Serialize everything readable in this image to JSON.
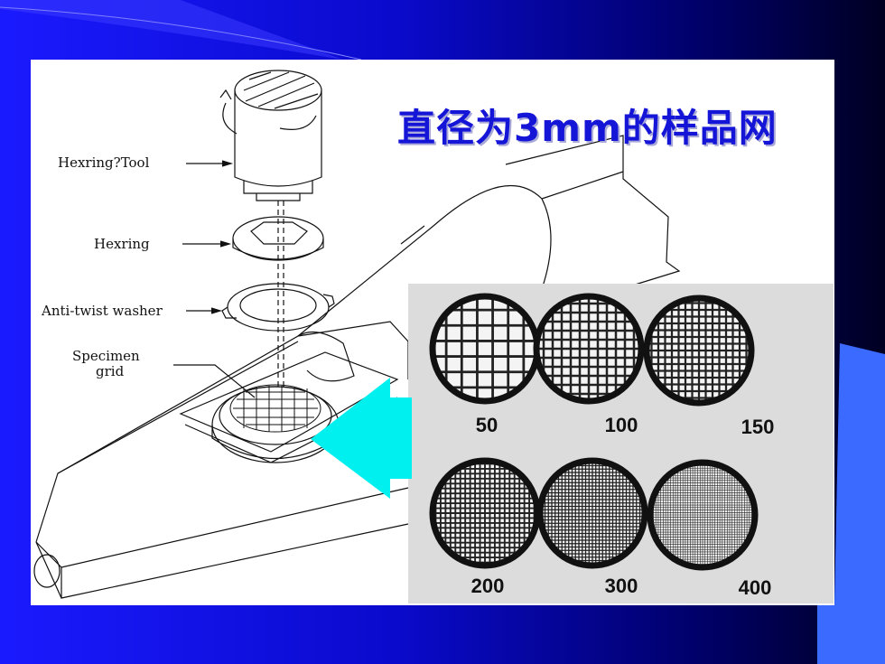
{
  "title": "直径为3mm的样品网",
  "labels": {
    "hexring_tool": "Hexring?Tool",
    "hexring": "Hexring",
    "anti_twist_washer": "Anti-twist washer",
    "specimen_line1": "Specimen",
    "specimen_line2": "grid"
  },
  "grids": [
    {
      "mesh": "50",
      "cells": 7
    },
    {
      "mesh": "100",
      "cells": 12
    },
    {
      "mesh": "150",
      "cells": 16
    },
    {
      "mesh": "200",
      "cells": 22
    },
    {
      "mesh": "300",
      "cells": 32
    },
    {
      "mesh": "400",
      "cells": 44
    }
  ],
  "colors": {
    "title": "#1515d8",
    "arrow": "#00f0f0",
    "background_left": "#1a1aff",
    "background_right": "#000022",
    "accent_shape": "#3a6aff"
  },
  "icons": {
    "arrow": "left-arrow-icon"
  }
}
